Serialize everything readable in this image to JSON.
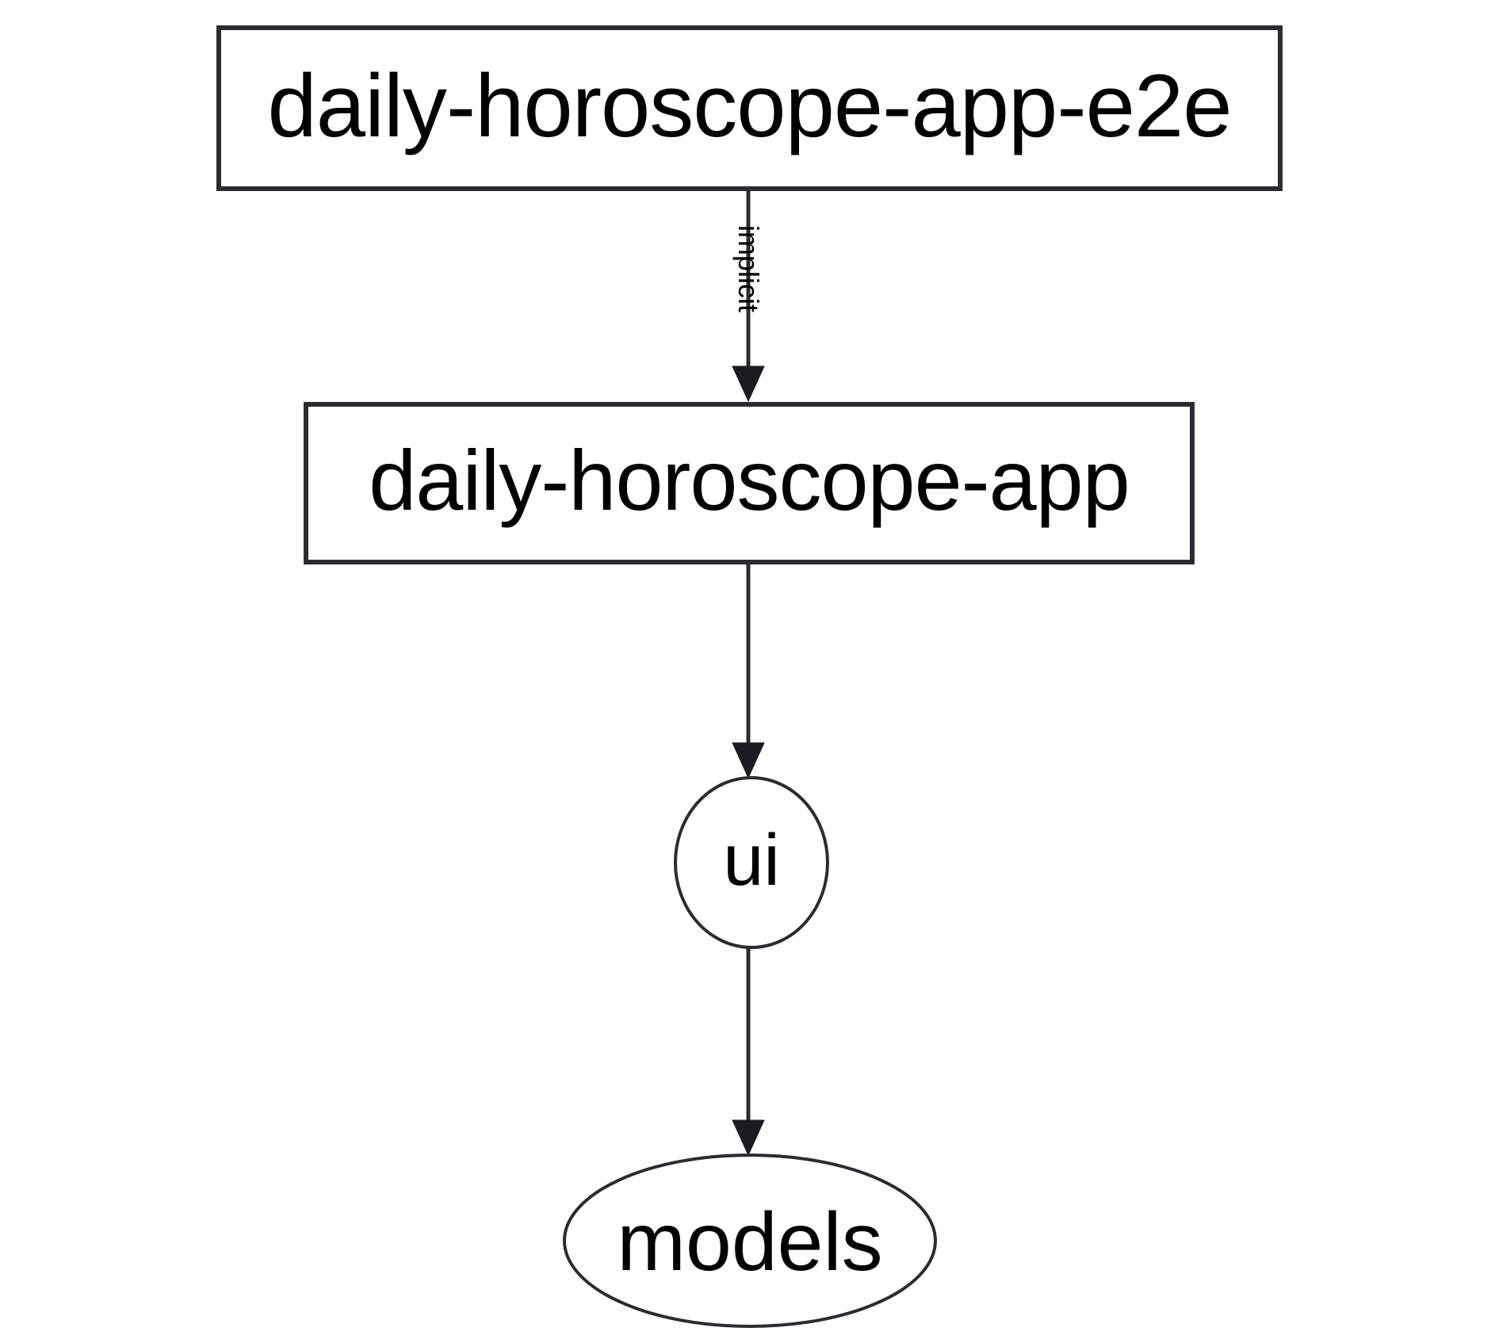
{
  "diagram": {
    "type": "dependency-graph",
    "orientation": "top-to-bottom",
    "background_color": "#ffffff",
    "stroke_color": "#2b2b33",
    "text_color": "#000000",
    "nodes": [
      {
        "id": "daily-horoscope-app-e2e",
        "label": "daily-horoscope-app-e2e",
        "shape": "rectangle"
      },
      {
        "id": "daily-horoscope-app",
        "label": "daily-horoscope-app",
        "shape": "rectangle"
      },
      {
        "id": "ui",
        "label": "ui",
        "shape": "ellipse"
      },
      {
        "id": "models",
        "label": "models",
        "shape": "ellipse"
      }
    ],
    "edges": [
      {
        "from": "daily-horoscope-app-e2e",
        "to": "daily-horoscope-app",
        "label": "implicit",
        "arrowhead": "filled-triangle"
      },
      {
        "from": "daily-horoscope-app",
        "to": "ui",
        "label": "",
        "arrowhead": "filled-triangle"
      },
      {
        "from": "ui",
        "to": "models",
        "label": "",
        "arrowhead": "filled-triangle"
      }
    ]
  }
}
